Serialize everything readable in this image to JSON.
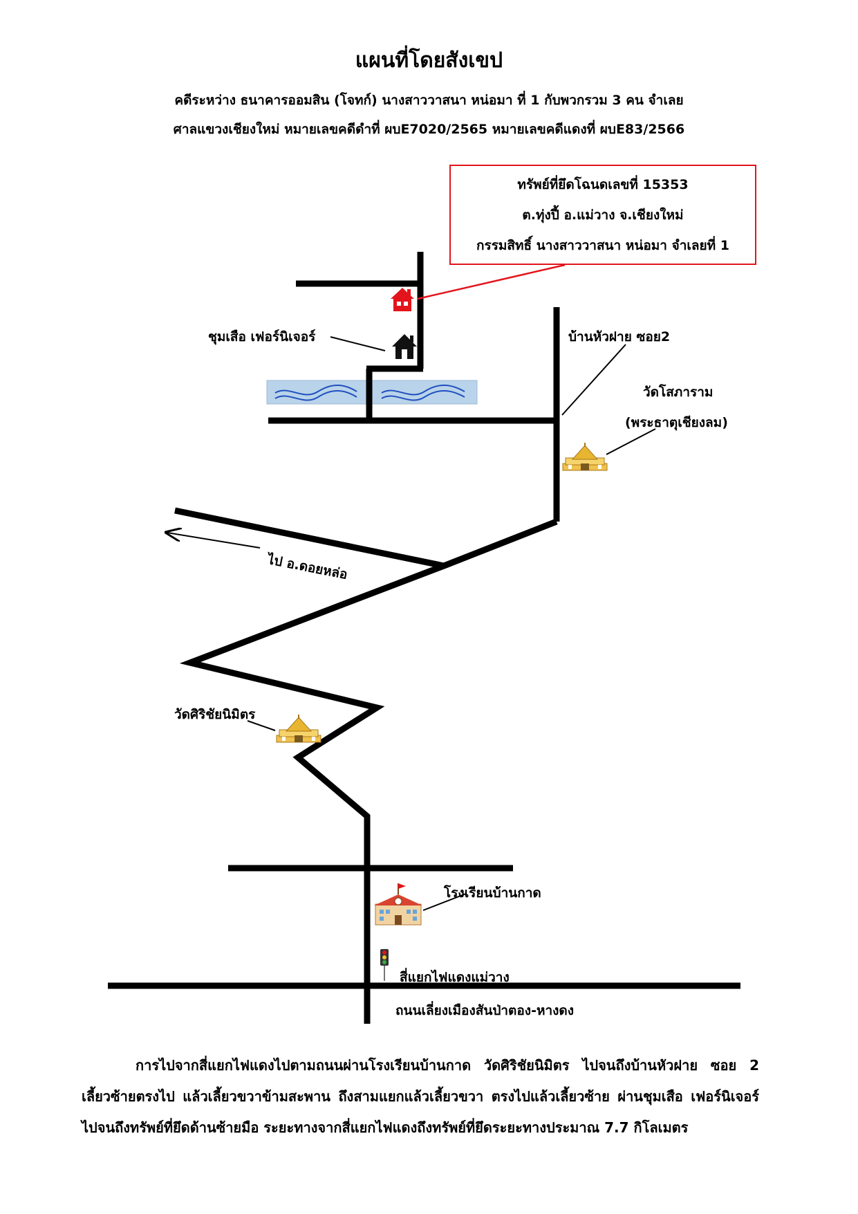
{
  "header": {
    "title": "แผนที่โดยสังเขป",
    "case_line": "คดีระหว่าง ธนาคารออมสิน (โจทก์) นางสาววาสนา หน่อมา ที่ 1 กับพวกรวม 3 คน จำเลย",
    "court_line": "ศาลแขวงเชียงใหม่ หมายเลขคดีดำที่ ผบE7020/2565 หมายเลขคดีแดงที่ ผบE83/2566"
  },
  "property_box": {
    "line1": "ทรัพย์ที่ยึดโฉนดเลขที่ 15353",
    "line2": "ต.ทุ่งปี้ อ.แม่วาง จ.เชียงใหม่",
    "line3": "กรรมสิทธิ์ นางสาววาสนา หน่อมา จำเลยที่ 1",
    "border_color": "#e3141b"
  },
  "labels": {
    "furniture": "ชุมเสือ เฟอร์นิเจอร์",
    "soi": "บ้านหัวฝาย ซอย2",
    "temple1_line1": "วัดโสภาราม",
    "temple1_line2": "(พระธาตุเชียงลม)",
    "to_district": "ไป อ.ดอยหล่อ",
    "temple2": "วัดศิริชัยนิมิตร",
    "school": "โรงเรียนบ้านกาด",
    "intersection": "สี่แยกไฟแดงแม่วาง",
    "main_road": "ถนนเลี่ยงเมืองสันป่าตอง-หางดง"
  },
  "icons": {
    "property": "house-icon",
    "furniture": "house-icon",
    "temple": "temple-icon",
    "school": "school-icon",
    "traffic_light": "traffic-light-icon",
    "river": "river-icon"
  },
  "colors": {
    "property_house": "#e3141b",
    "road": "#000000",
    "river_fill": "#b9d3ea",
    "river_wave": "#1f4fbf",
    "temple_gold": "#e8b531"
  },
  "description": "การไปจากสี่แยกไฟแดงไปตามถนนผ่านโรงเรียนบ้านกาด วัดศิริชัยนิมิตร ไปจนถึงบ้านหัวฝาย ซอย 2 เลี้ยวซ้ายตรงไป แล้วเลี้ยวขวาข้ามสะพาน ถึงสามแยกแล้วเลี้ยวขวา ตรงไปแล้วเลี้ยวซ้าย ผ่านชุมเสือ เฟอร์นิเจอร์ ไปจนถึงทรัพย์ที่ยึดด้านซ้ายมือ ระยะทางจากสี่แยกไฟแดงถึงทรัพย์ที่ยึดระยะทางประมาณ 7.7 กิโลเมตร"
}
